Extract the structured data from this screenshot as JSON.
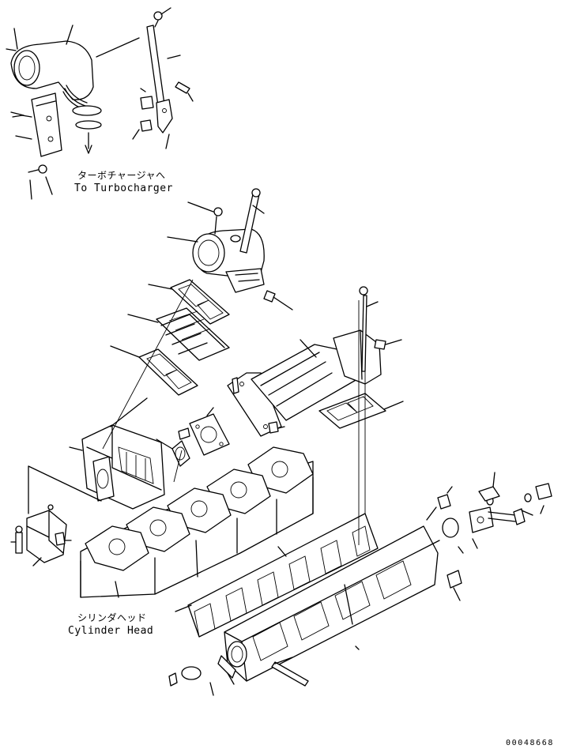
{
  "callouts": {
    "turbo_jp": "ターボチャージャへ",
    "turbo_en": "To Turbocharger",
    "head_jp": "シリンダヘッド",
    "head_en": "Cylinder Head"
  },
  "drawing_code": "00048668"
}
